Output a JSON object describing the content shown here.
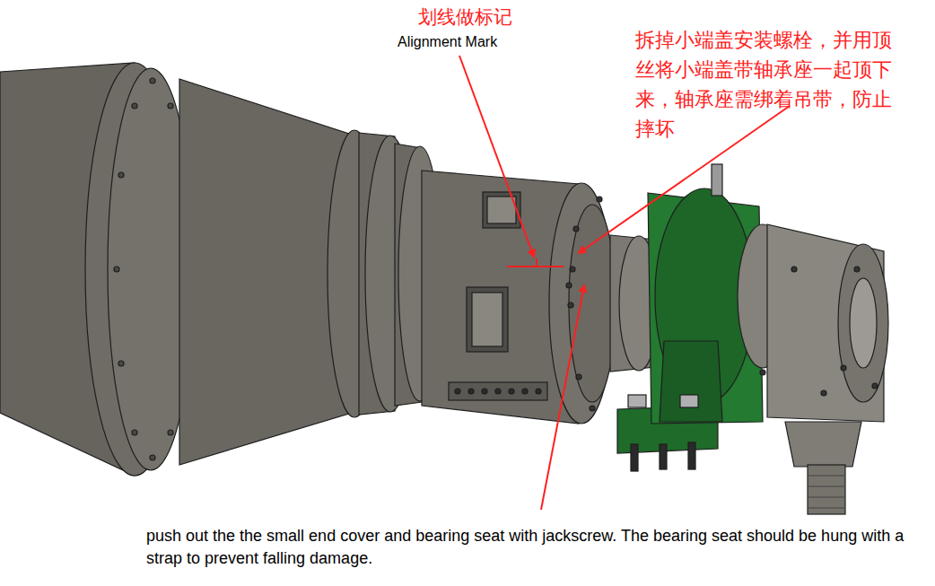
{
  "diagram": {
    "labels": [
      "划线做标记",
      "Alignment Mark",
      "拆掉小端盖安装螺栓，并用顶丝将小端盖带轴承座一起顶下来，轴承座需绑着吊带，防止摔坏",
      "push out the the small end cover and bearing seat with jackscrew. The bearing seat should be hung with a strap to prevent falling damage."
    ]
  }
}
